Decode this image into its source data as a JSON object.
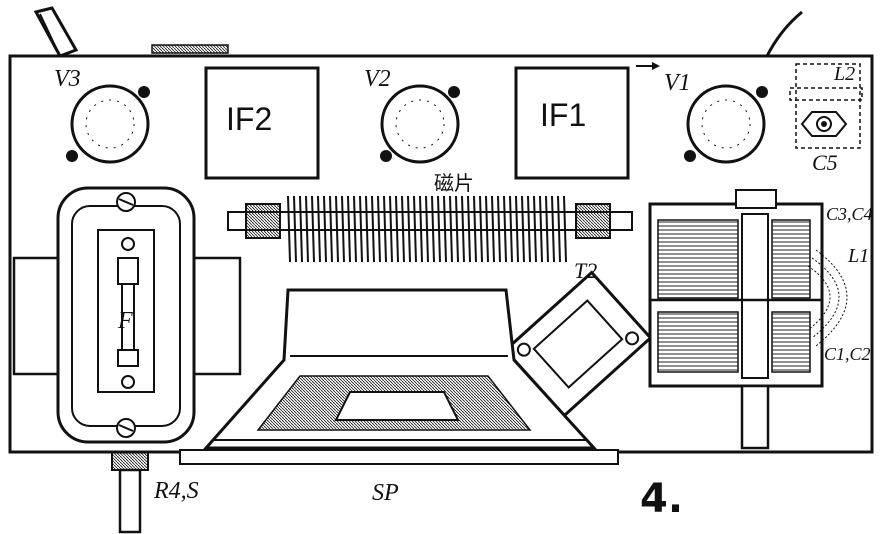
{
  "figure": {
    "number": "4."
  },
  "tubes": [
    {
      "label": "V3"
    },
    {
      "label": "V2"
    },
    {
      "label": "V1"
    }
  ],
  "if_cans": [
    {
      "label": "IF2"
    },
    {
      "label": "IF1"
    }
  ],
  "labels": {
    "ferrite": "磁片",
    "transformer": "T2",
    "fuse": "F",
    "l2": "L2",
    "c5": "C5",
    "c3c4": "C3,C4",
    "l1": "L1",
    "c1c2": "C1,C2",
    "r4s": "R4,S",
    "sp": "SP"
  }
}
